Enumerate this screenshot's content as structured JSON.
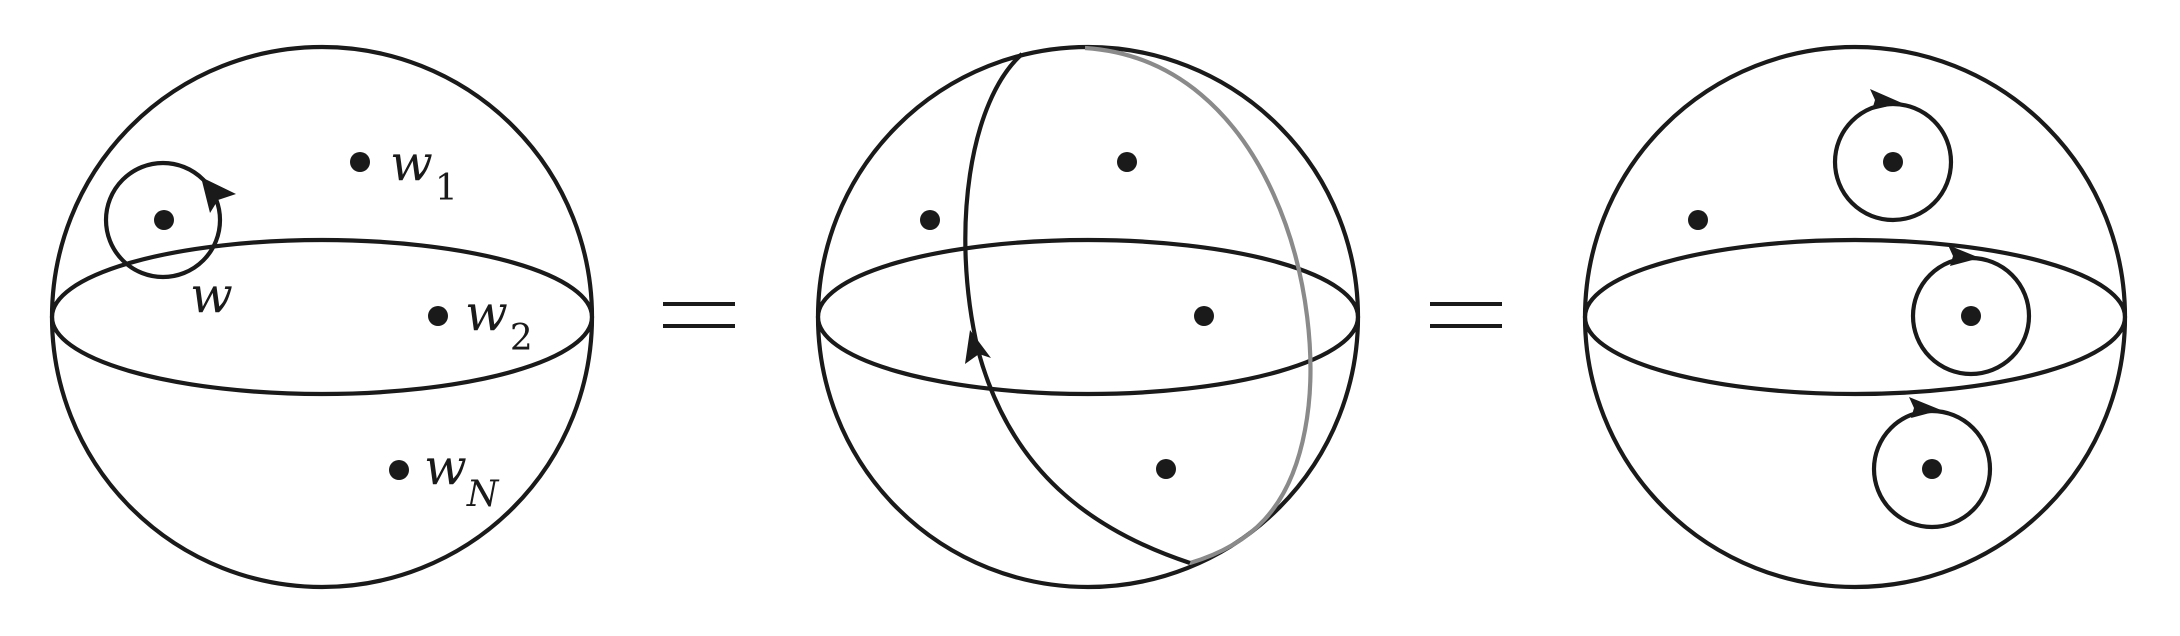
{
  "panels": [
    {
      "id": "left",
      "labels": {
        "w": "w",
        "w1_base": "w",
        "w1_sub": "1",
        "w2_base": "w",
        "w2_sub": "2",
        "wN_base": "w",
        "wN_sub": "N"
      }
    },
    {
      "id": "middle"
    },
    {
      "id": "right"
    }
  ],
  "equals": [
    "=",
    "="
  ],
  "colors": {
    "ink": "#1a1a1a",
    "gray_arc": "#8a8a8a",
    "background": "#ffffff"
  }
}
